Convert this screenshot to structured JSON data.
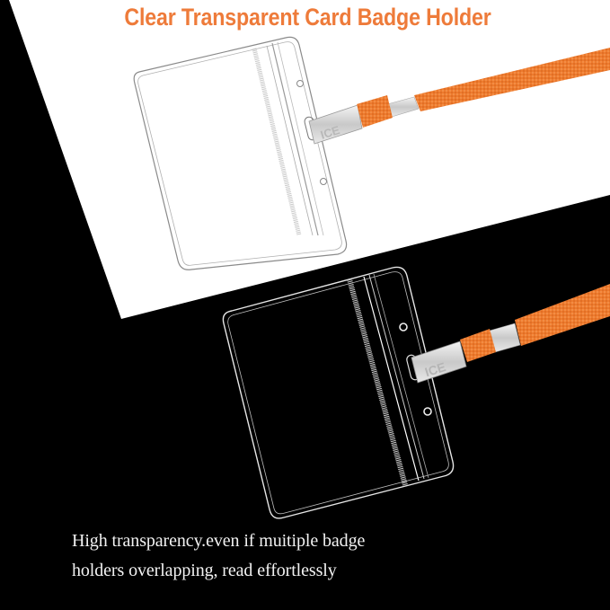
{
  "headline": {
    "title": "Clear Transparent Card Badge Holder"
  },
  "caption": {
    "lines": [
      "High transparency.even if muitiple badge",
      "holders overlapping, read effortlessly"
    ]
  },
  "product": {
    "badge_count": 2,
    "clip_mark": "ICE",
    "lanyard_color": "#ee7b2e"
  },
  "colors": {
    "title_text": "#ee7b3a",
    "background_dark": "#000000",
    "background_light": "#ffffff",
    "caption_text": "#f2f2f2"
  }
}
